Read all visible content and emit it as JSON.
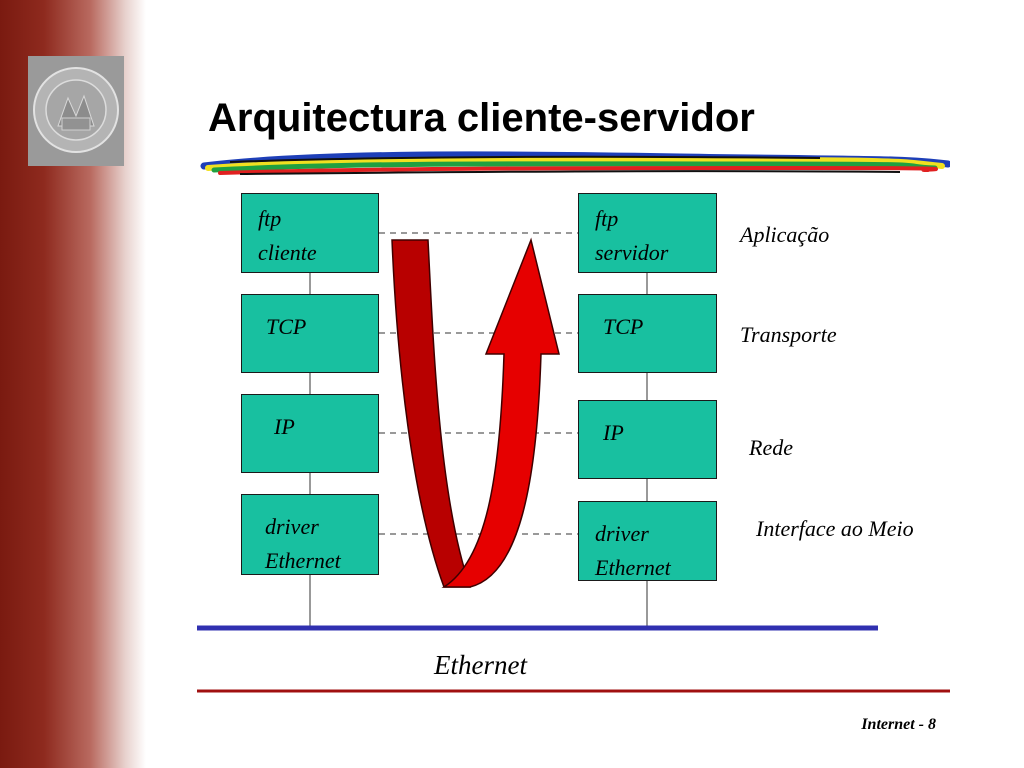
{
  "title": "Arquitectura cliente-servidor",
  "client_stack": [
    {
      "line1": "ftp",
      "line2": "cliente"
    },
    {
      "line1": "TCP",
      "line2": ""
    },
    {
      "line1": "IP",
      "line2": ""
    },
    {
      "line1": "driver",
      "line2": "Ethernet"
    }
  ],
  "server_stack": [
    {
      "line1": "ftp",
      "line2": "servidor"
    },
    {
      "line1": "TCP",
      "line2": ""
    },
    {
      "line1": "IP",
      "line2": ""
    },
    {
      "line1": "driver",
      "line2": "Ethernet"
    }
  ],
  "layers": [
    "Aplicação",
    "Transporte",
    "Rede",
    "Interface ao Meio"
  ],
  "network_label": "Ethernet",
  "footer": "Internet - 8",
  "colors": {
    "sidebar": "#8e2a1e",
    "box_fill": "#18c0a0",
    "arrow": "#e60000",
    "bus": "#3030b0",
    "footer_line": "#a01010"
  }
}
